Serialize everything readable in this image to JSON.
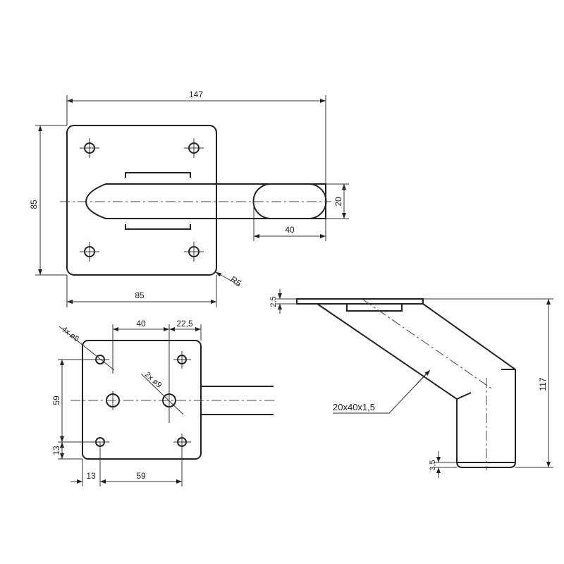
{
  "top_view": {
    "width_total": "147",
    "height": "85",
    "base_width": "85",
    "slot_width": "20",
    "slot_length": "40",
    "corner_radius": "R5"
  },
  "plate_view": {
    "hole_spacing_x": "40",
    "hole_offset_edge": "22,5",
    "small_holes": "4x ø6",
    "large_holes": "2x ø9",
    "vert_spacing": "59",
    "vert_edge": "13",
    "horiz_edge": "13",
    "horiz_spacing": "59"
  },
  "side_view": {
    "plate_thickness": "2,5",
    "total_height": "117",
    "tube_profile": "20x40x1,5",
    "foot_thickness": "3,5"
  }
}
